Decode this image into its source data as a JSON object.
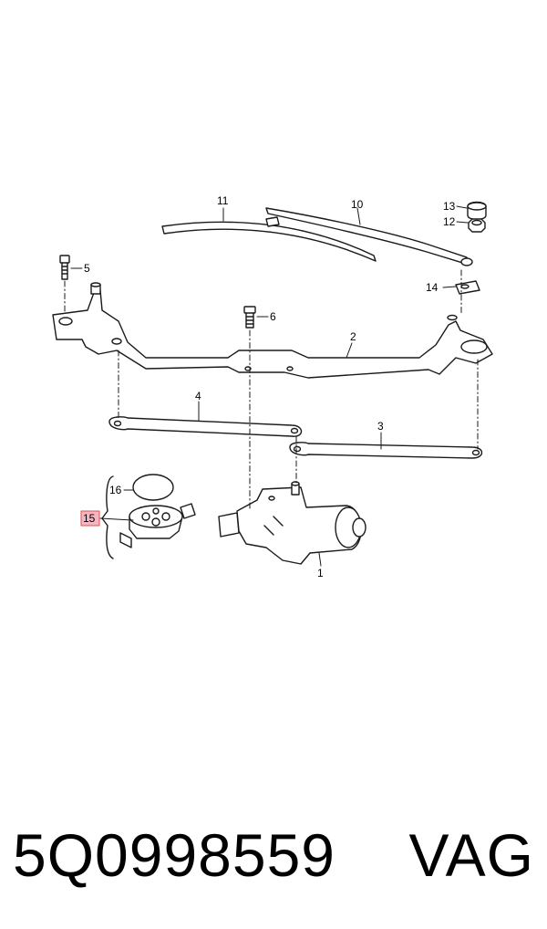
{
  "diagram": {
    "callouts": {
      "c1": "1",
      "c2": "2",
      "c3": "3",
      "c4": "4",
      "c5": "5",
      "c6": "6",
      "c10": "10",
      "c11": "11",
      "c12": "12",
      "c13": "13",
      "c14": "14",
      "c15": "15",
      "c16": "16"
    },
    "highlight_color": "#f4b6c2"
  },
  "footer": {
    "part_number": "5Q0998559",
    "brand": "VAG"
  }
}
